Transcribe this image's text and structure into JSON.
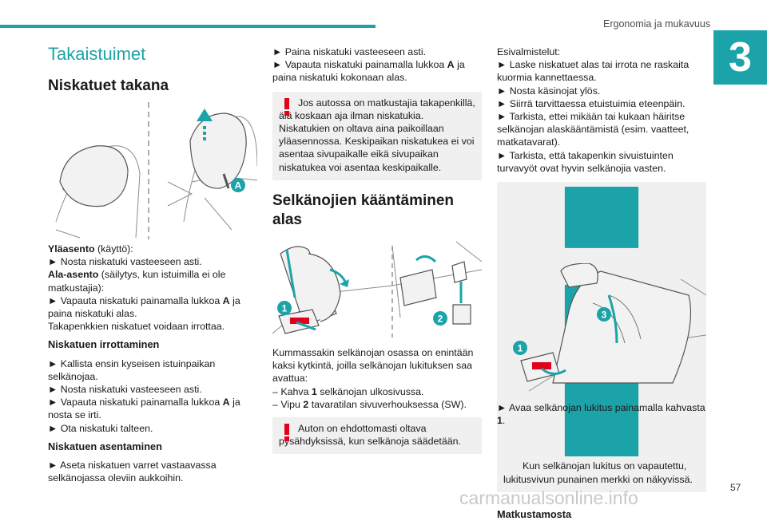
{
  "header": {
    "section_title": "Ergonomia ja mukavuus",
    "chapter_number": "3"
  },
  "col1": {
    "title": "Takaistuimet",
    "h_headrests": "Niskatuet takana",
    "p1_bold": "Yläasento",
    "p1_rest": " (käyttö):",
    "p2": "► Nosta niskatuki vasteeseen asti.",
    "p3_bold": "Ala-asento",
    "p3_rest": " (säilytys, kun istuimilla ei ole matkustajia):",
    "p4_a": "► Vapauta niskatuki painamalla lukkoa ",
    "p4_b": "A",
    "p4_c": " ja paina niskatuki alas.",
    "p5": "Takapenkkien niskatuet voidaan irrottaa.",
    "h_remove": "Niskatuen irrottaminen",
    "r1": "► Kallista ensin kyseisen istuinpaikan selkänojaa.",
    "r2": "► Nosta niskatuki vasteeseen asti.",
    "r3_a": "► Vapauta niskatuki painamalla lukkoa ",
    "r3_b": "A",
    "r3_c": " ja nosta se irti.",
    "r4": "► Ota niskatuki talteen.",
    "h_install": "Niskatuen asentaminen",
    "i1": "► Aseta niskatuen varret vastaavassa selkänojassa oleviin aukkoihin.",
    "label_a": "A"
  },
  "col2": {
    "t1": "► Paina niskatuki vasteeseen asti.",
    "t2_a": "► Vapauta niskatuki painamalla lukkoa ",
    "t2_b": "A",
    "t2_c": " ja paina niskatuki kokonaan alas.",
    "warn1": "Jos autossa on matkustajia takapenkillä, älä koskaan aja ilman niskatukia. Niskatukien on oltava aina paikoillaan yläasennossa. Keskipaikan niskatukea ei voi asentaa sivupaikalle eikä sivupaikan niskatukea voi asentaa keskipaikalle.",
    "h_fold": "Selkänojien kääntäminen alas",
    "label_1": "1",
    "label_2": "2",
    "f1": "Kummassakin selkänojan osassa on enintään kaksi kytkintä, joilla selkänojan lukituksen saa avattua:",
    "f2_a": "– Kahva ",
    "f2_b": "1",
    "f2_c": " selkänojan ulkosivussa.",
    "f3_a": "– Vipu ",
    "f3_b": "2",
    "f3_c": " tavaratilan sivuverhouksessa (SW).",
    "warn2": "Auton on ehdottomasti oltava pysähdyksissä, kun selkänoja säädetään."
  },
  "col3": {
    "pre_title": "Esivalmistelut:",
    "pr1": "► Laske niskatuet alas tai irrota ne raskaita kuormia kannettaessa.",
    "pr2": "► Nosta käsinojat ylös.",
    "pr3": "► Siirrä tarvittaessa etuistuimia eteenpäin.",
    "pr4": "► Tarkista, ettei mikään tai kukaan häiritse selkänojan alaskääntämistä (esim. vaatteet, matkatavarat).",
    "pr5": "► Tarkista, että takapenkin sivuistuinten turvavyöt ovat hyvin selkänojia vasten.",
    "info": "Kun selkänojan lukitus on vapautettu, lukitusvivun punainen merkki on näkyvissä.",
    "h_cabin": "Matkustamosta",
    "label_1": "1",
    "label_3": "3",
    "c1_a": "► Avaa selkänojan lukitus painamalla kahvasta ",
    "c1_b": "1",
    "c1_c": "."
  },
  "footer": {
    "page_number": "57",
    "watermark": "carmanualsonline.info"
  },
  "colors": {
    "accent": "#1ca3a9",
    "warning": "#e3001b",
    "info": "#1ca3a9",
    "box": "#f0f0f0"
  }
}
